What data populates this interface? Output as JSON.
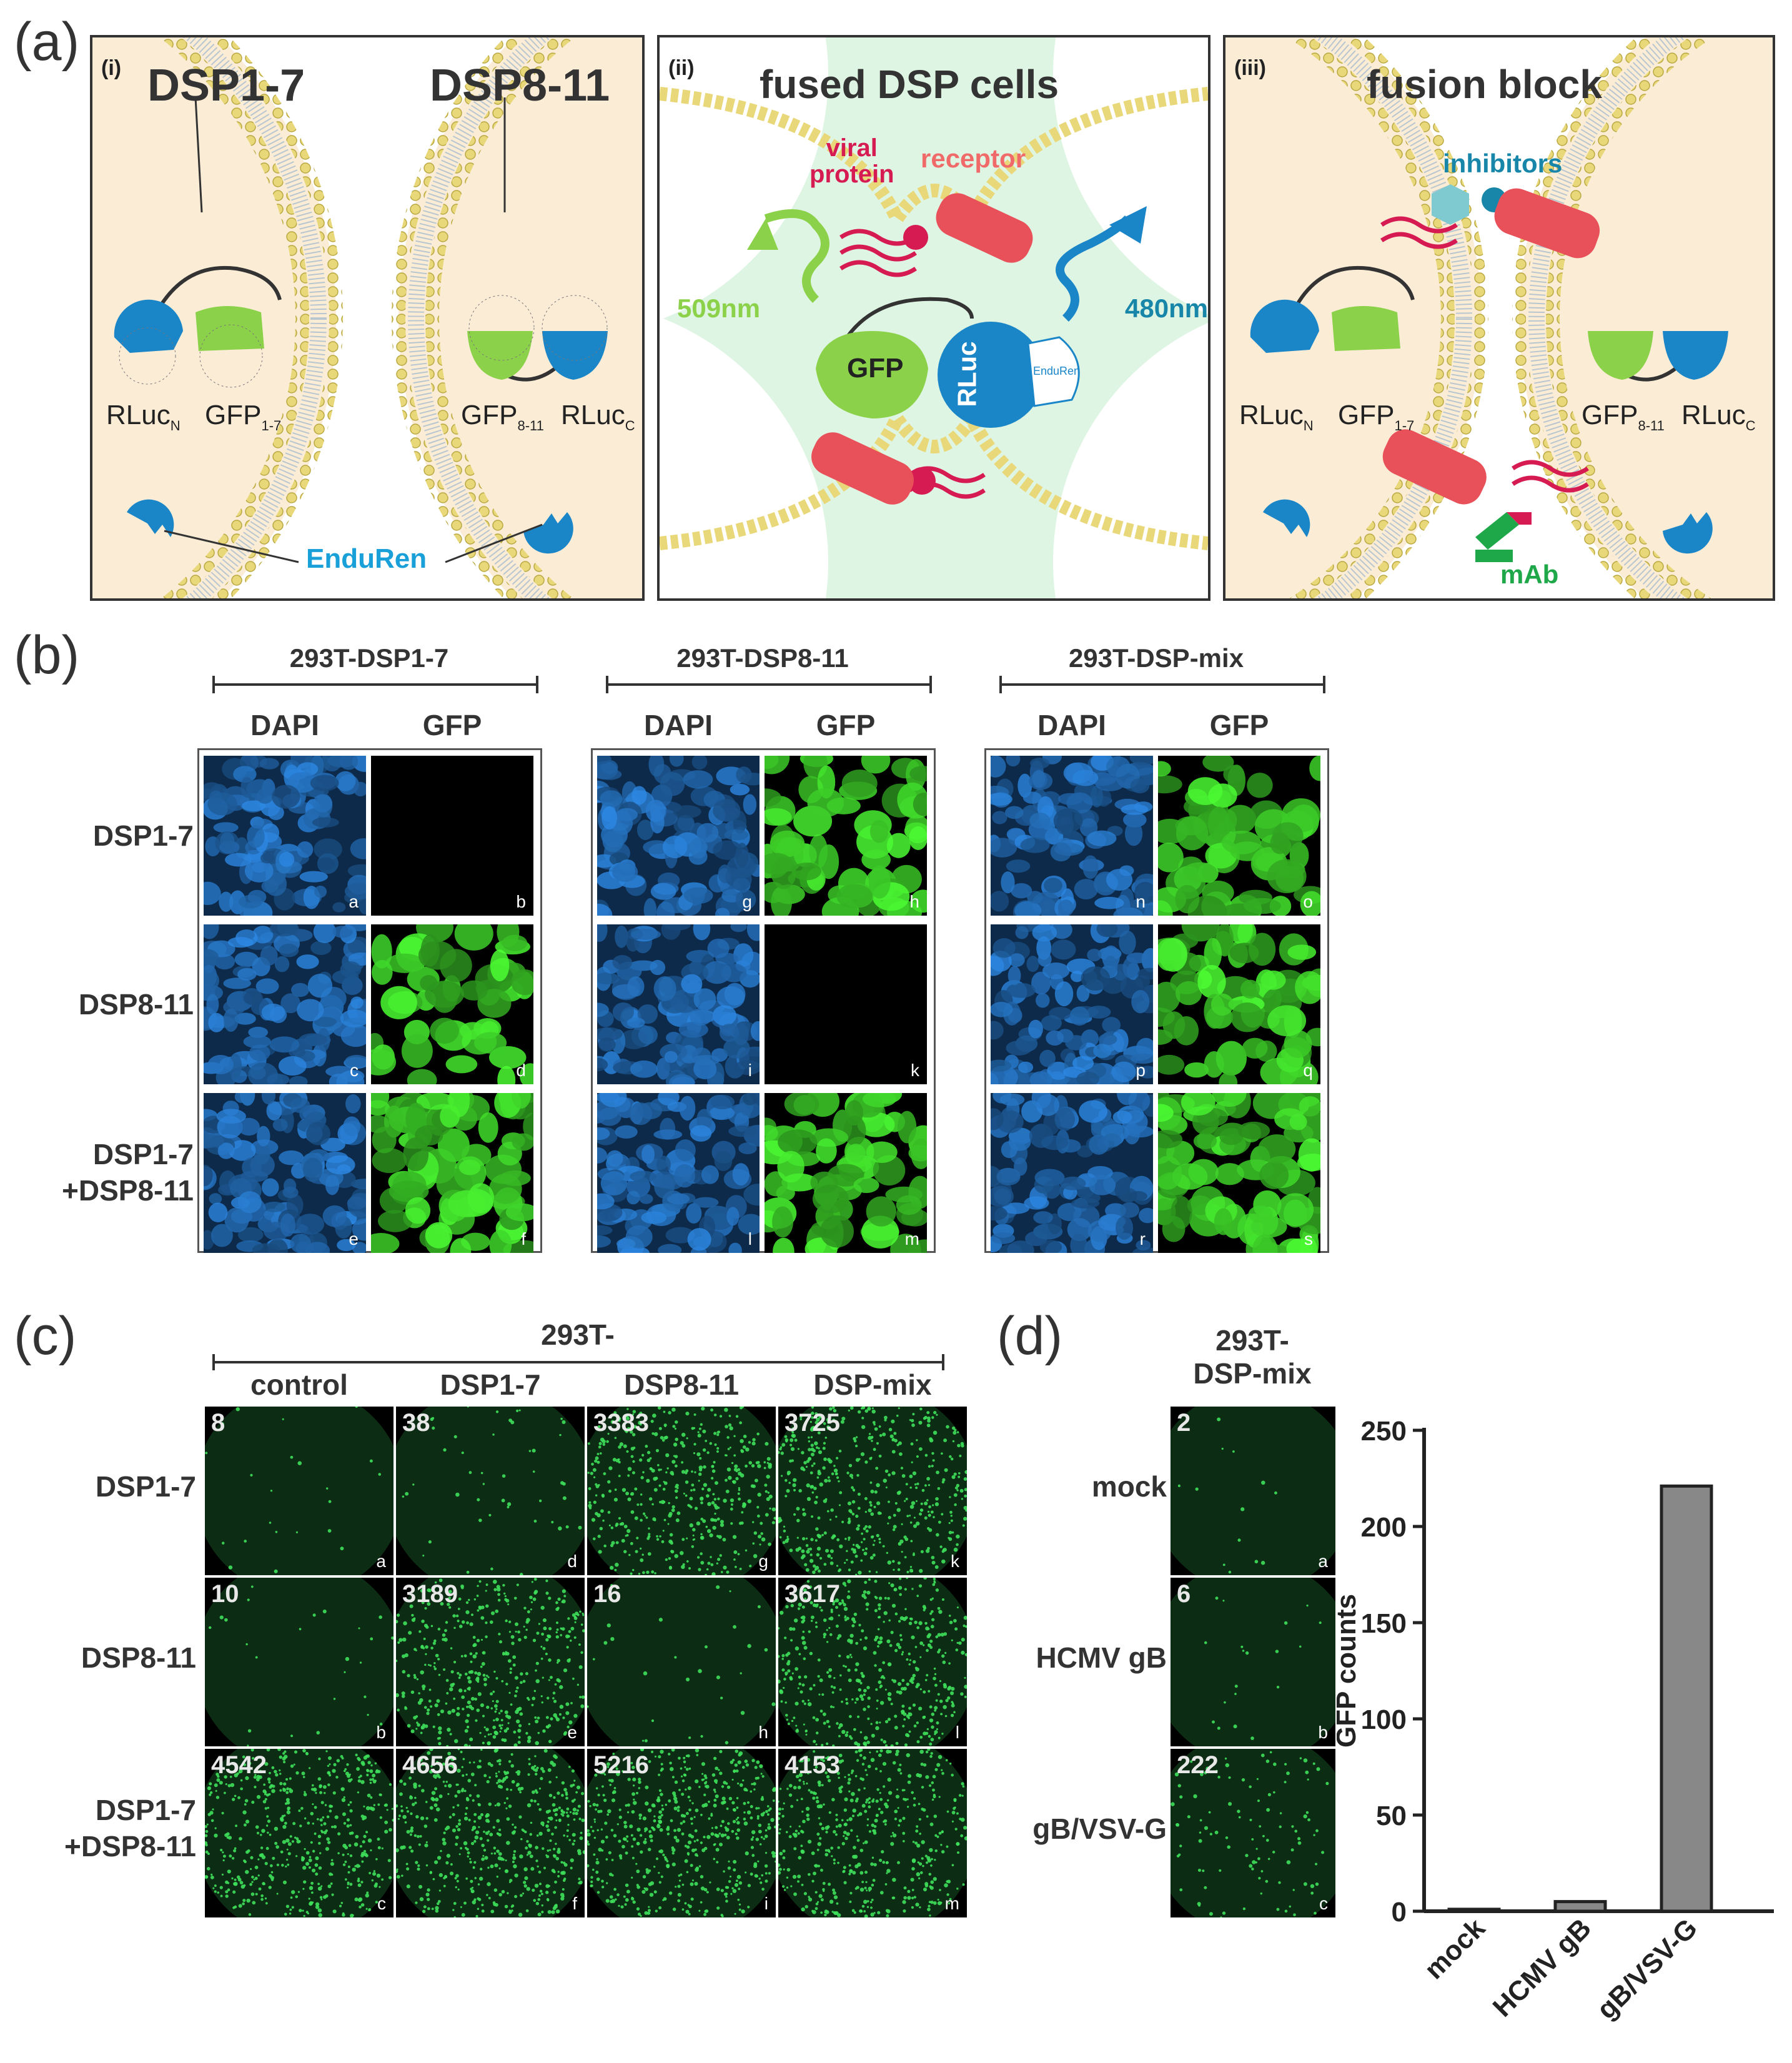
{
  "panel_a": {
    "letter": "(a)",
    "sub_i": {
      "roman": "(i)",
      "left_title": "DSP1-7",
      "right_title": "DSP8-11",
      "rluc_n": "RLuc",
      "rluc_n_sub": "N",
      "gfp_1_7": "GFP",
      "gfp_1_7_sub": "1-7",
      "gfp_8_11": "GFP",
      "gfp_8_11_sub": "8-11",
      "rluc_c": "RLuc",
      "rluc_c_sub": "C",
      "enduren": "EnduRen"
    },
    "sub_ii": {
      "roman": "(ii)",
      "title": "fused DSP cells",
      "viral_protein": "viral\nprotein",
      "receptor": "receptor",
      "wavelength_green": "509nm",
      "wavelength_blue": "480nm",
      "gfp_label": "GFP",
      "rluc_label": "RLuc",
      "enduren_small": "EnduRen"
    },
    "sub_iii": {
      "roman": "(iii)",
      "title": "fusion block",
      "inhibitors": "inhibitors",
      "mab": "mAb",
      "rluc_n": "RLuc",
      "rluc_n_sub": "N",
      "gfp_1_7": "GFP",
      "gfp_1_7_sub": "1-7",
      "gfp_8_11": "GFP",
      "gfp_8_11_sub": "8-11",
      "rluc_c": "RLuc",
      "rluc_c_sub": "C"
    },
    "colors": {
      "cell_fill": "#fbecd6",
      "fused_fill": "#dff5e3",
      "blue": "#1a86c8",
      "green": "#8cd14a",
      "red": "#e8505a",
      "crimson": "#d61a52",
      "salmon": "#f06a6a",
      "teal": "#1786a8",
      "mab_green": "#1fa84a"
    }
  },
  "panel_b": {
    "letter": "(b)",
    "groups": [
      {
        "title": "293T-DSP1-7",
        "cols": [
          "DAPI",
          "GFP"
        ],
        "cells": [
          [
            "a",
            "b"
          ],
          [
            "c",
            "d"
          ],
          [
            "e",
            "f"
          ]
        ],
        "gfp_levels": [
          0,
          0.55,
          0.85
        ]
      },
      {
        "title": "293T-DSP8-11",
        "cols": [
          "DAPI",
          "GFP"
        ],
        "cells": [
          [
            "g",
            "h"
          ],
          [
            "i",
            "k"
          ],
          [
            "l",
            "m"
          ]
        ],
        "gfp_levels": [
          0.7,
          0,
          0.75
        ]
      },
      {
        "title": "293T-DSP-mix",
        "cols": [
          "DAPI",
          "GFP"
        ],
        "cells": [
          [
            "n",
            "o"
          ],
          [
            "p",
            "q"
          ],
          [
            "r",
            "s"
          ]
        ],
        "gfp_levels": [
          0.7,
          0.7,
          0.85
        ]
      }
    ],
    "row_labels": [
      "DSP1-7",
      "DSP8-11",
      "DSP1-7\n+DSP8-11"
    ]
  },
  "panel_c": {
    "letter": "(c)",
    "header": "293T-",
    "columns": [
      "control",
      "DSP1-7",
      "DSP8-11",
      "DSP-mix"
    ],
    "row_labels": [
      "DSP1-7",
      "DSP8-11",
      "DSP1-7\n+DSP8-11"
    ],
    "counts": [
      [
        "8",
        "38",
        "3383",
        "3725"
      ],
      [
        "10",
        "3189",
        "16",
        "3617"
      ],
      [
        "4542",
        "4656",
        "5216",
        "4153"
      ]
    ],
    "letters": [
      [
        "a",
        "d",
        "g",
        "k"
      ],
      [
        "b",
        "e",
        "h",
        "l"
      ],
      [
        "c",
        "f",
        "i",
        "m"
      ]
    ]
  },
  "panel_d": {
    "letter": "(d)",
    "header": "293T-\nDSP-mix",
    "row_labels": [
      "mock",
      "HCMV gB",
      "gB/VSV-G"
    ],
    "counts": [
      "2",
      "6",
      "222"
    ],
    "letters": [
      "a",
      "b",
      "c"
    ]
  },
  "chart_data": {
    "type": "bar",
    "categories": [
      "mock",
      "HCMV gB",
      "gB/VSV-G"
    ],
    "values": [
      1,
      5,
      221
    ],
    "ylabel": "GFP counts",
    "ylim": [
      0,
      250
    ],
    "yticks": [
      "0",
      "50",
      "100",
      "150",
      "200",
      "250"
    ],
    "bar_color": "#888888"
  }
}
